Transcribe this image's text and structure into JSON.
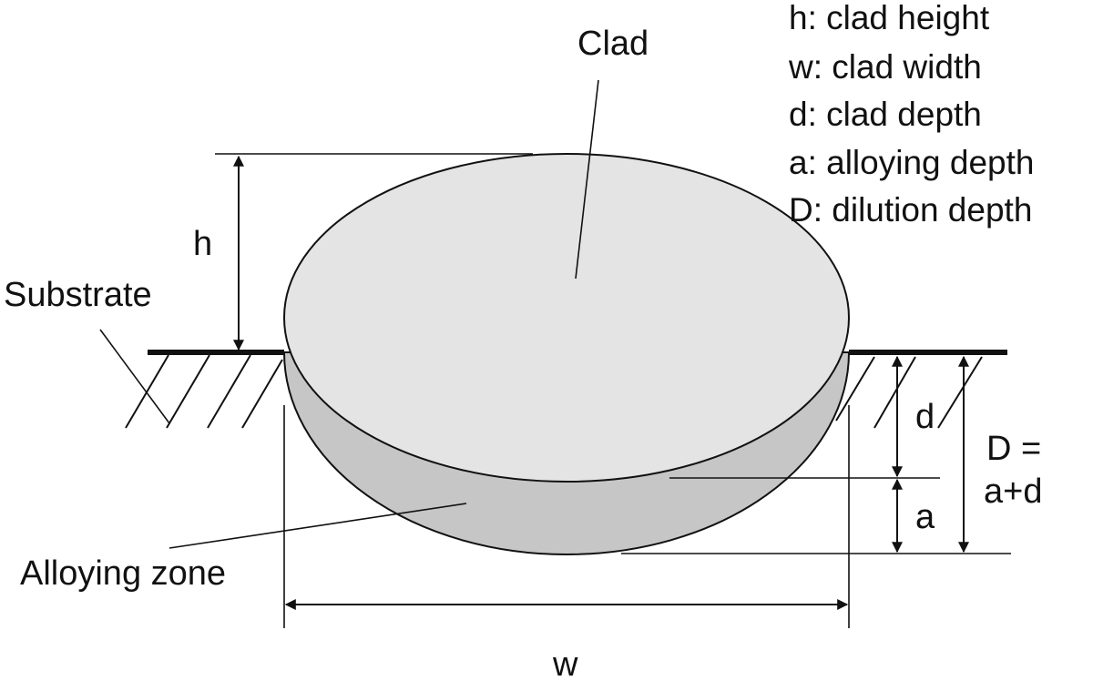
{
  "labels": {
    "clad": "Clad",
    "substrate": "Substrate",
    "alloying_zone": "Alloying zone",
    "h": "h",
    "w": "w",
    "d": "d",
    "a": "a",
    "D_line1": "D =",
    "D_line2": "a+d"
  },
  "legend": [
    "h: clad height",
    "w: clad width",
    "d: clad depth",
    "a: alloying depth",
    "D: dilution depth"
  ],
  "colors": {
    "clad_fill": "#e4e4e4",
    "alloy_fill": "#c6c6c6",
    "line": "#111111"
  }
}
